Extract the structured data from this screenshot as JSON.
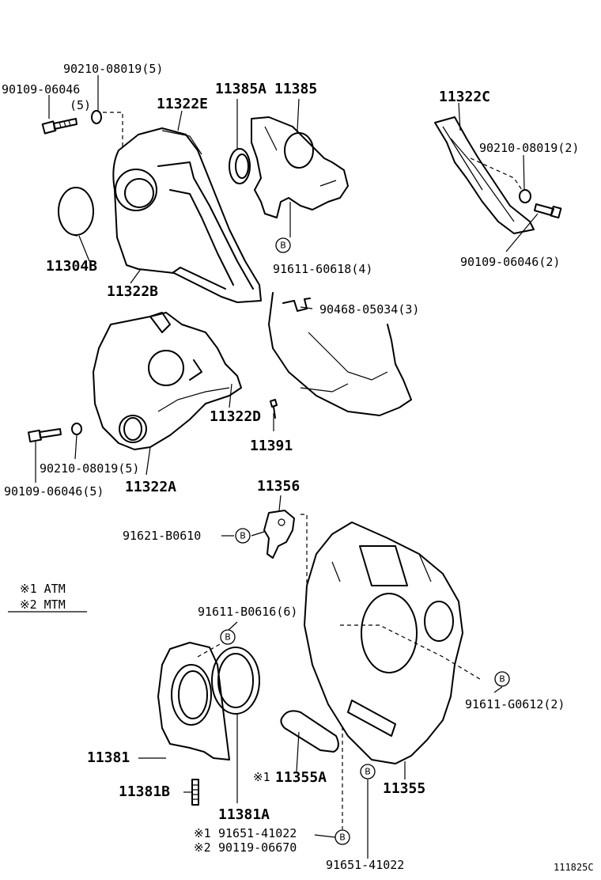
{
  "labels": {
    "l_90210_top": "90210-08019(5)",
    "l_90109_top": "90109-06046",
    "l_90109_top_qty": "(5)",
    "l_11322E": "11322E",
    "l_11385A": "11385A",
    "l_11385": "11385",
    "l_11322C": "11322C",
    "l_90210_right": "90210-08019(2)",
    "l_90109_right": "90109-06046(2)",
    "l_11304B": "11304B",
    "l_11322B": "11322B",
    "l_91611_60618": "91611-60618(4)",
    "l_90468": "90468-05034(3)",
    "l_11322D": "11322D",
    "l_11391": "11391",
    "l_90210_mid": "90210-08019(5)",
    "l_90109_mid": "90109-06046(5)",
    "l_11322A": "11322A",
    "l_11356": "11356",
    "l_91621": "91621-B0610",
    "l_note1": "※1 ATM",
    "l_note2": "※2 MTM",
    "l_91611_B0616": "91611-B0616(6)",
    "l_91611_G0612": "91611-G0612(2)",
    "l_11381": "11381",
    "l_11381B": "11381B",
    "l_11381A": "11381A",
    "l_11355A": "11355A",
    "l_11355A_mark": "※1",
    "l_11355": "11355",
    "l_91651_left_mark": "※1",
    "l_91651_left": "91651-41022",
    "l_90119_mark": "※2",
    "l_90119": "90119-06670",
    "l_91651_bottom": "91651-41022",
    "l_code": "111825C"
  },
  "b_marker": "B"
}
